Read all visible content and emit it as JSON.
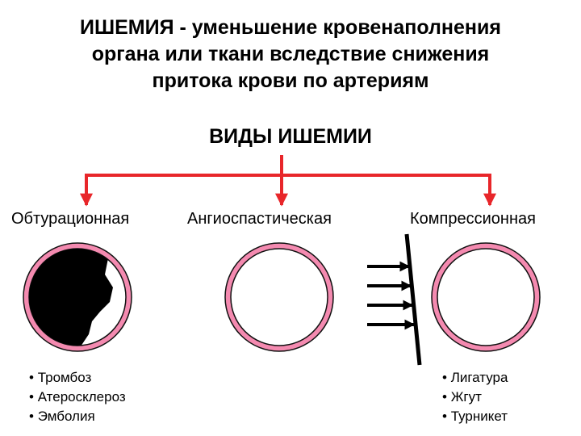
{
  "title_lines": [
    "ИШЕМИЯ - уменьшение кровенаполнения",
    "органа или ткани вследствие снижения",
    "притока крови по артериям"
  ],
  "types_heading": "ВИДЫ ИШЕМИИ",
  "types": [
    {
      "label": "Обтурационная",
      "causes": [
        "Тромбоз",
        "Атеросклероз",
        "Эмболия"
      ]
    },
    {
      "label": "Ангиоспастическая",
      "causes": []
    },
    {
      "label": "Компрессионная",
      "causes": [
        "Лигатура",
        "Жгут",
        "Турникет"
      ]
    }
  ],
  "colors": {
    "arrow": "#e8262a",
    "vessel_wall": "#f48ab0",
    "vessel_outline": "#111111",
    "occlusion": "#000000"
  }
}
